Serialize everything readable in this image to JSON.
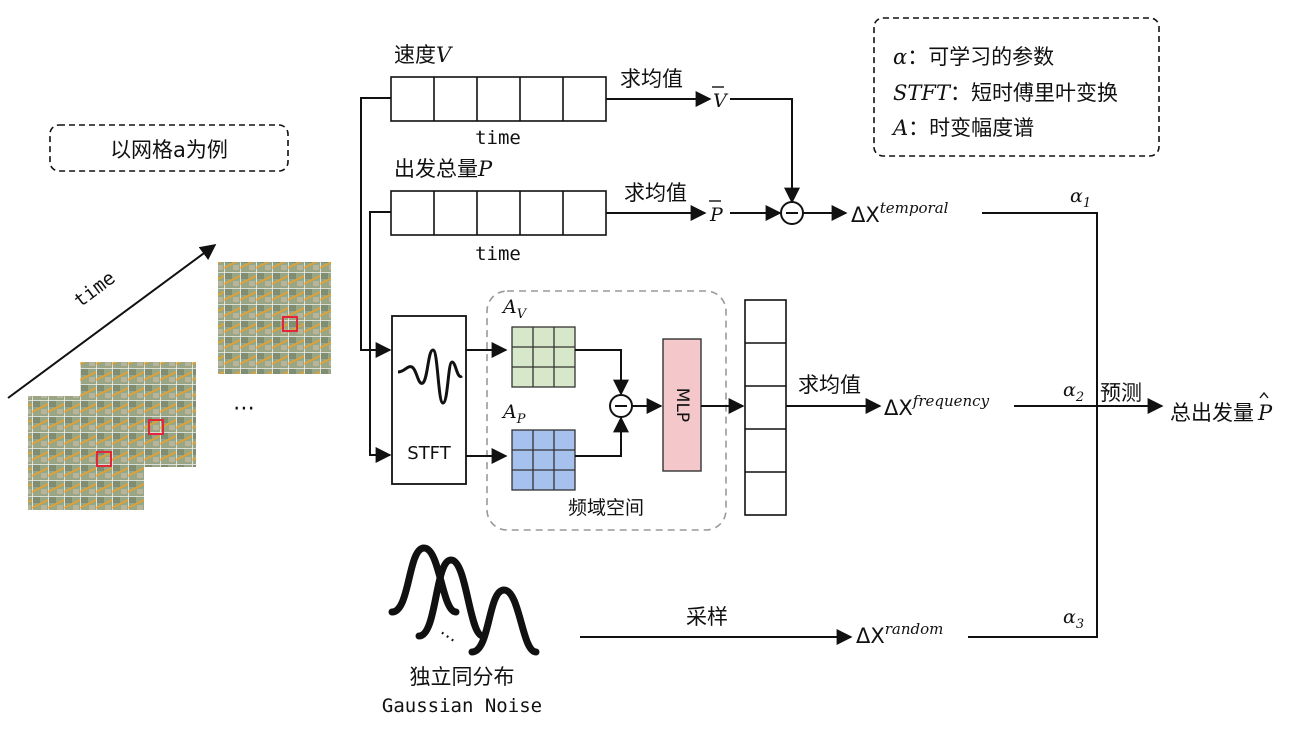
{
  "example_box": {
    "label": "以网格a为例"
  },
  "legend": {
    "items": [
      {
        "symbol": "α",
        "sep": "：",
        "text": "可学习的参数"
      },
      {
        "symbol": "STFT",
        "sep": "：",
        "text": "短时傅里叶变换"
      },
      {
        "symbol": "A",
        "sep": "：",
        "text": "时变幅度谱"
      }
    ]
  },
  "left": {
    "time_label": "time",
    "ellipsis": "⋯"
  },
  "temporal": {
    "speed_label": "速度",
    "speed_var": "V",
    "departure_label": "出发总量",
    "departure_var": "P",
    "axis_label_1": "time",
    "axis_label_2": "time",
    "mean_label_1": "求均值",
    "mean_label_2": "求均值",
    "vbar": "V",
    "pbar": "P",
    "delta_main": "ΔX",
    "delta_sup": "temporal"
  },
  "frequency": {
    "stft_label": "STFT",
    "av_base": "A",
    "av_sub": "V",
    "ap_base": "A",
    "ap_sub": "P",
    "mlp_label": "MLP",
    "domain_label": "频域空间",
    "mean_label": "求均值",
    "delta_main": "ΔX",
    "delta_sup": "frequency"
  },
  "random": {
    "sample_label": "采样",
    "delta_main": "ΔX",
    "delta_sup": "random",
    "dist_label_cn": "独立同分布",
    "dist_label_en": "Gaussian Noise"
  },
  "output": {
    "a1": "α",
    "a1_sub": "1",
    "a2": "α",
    "a2_sub": "2",
    "a3": "α",
    "a3_sub": "3",
    "predict_label": "预测",
    "result_label": "总出发量",
    "result_var": "P"
  },
  "colors": {
    "av_fill": "#d6e8c9",
    "ap_fill": "#a7c1ee",
    "mlp_fill": "#f4c7cb",
    "road_orange": "#f0a21c",
    "map_bg": "#9aa585",
    "highlight": "#e0283a"
  }
}
